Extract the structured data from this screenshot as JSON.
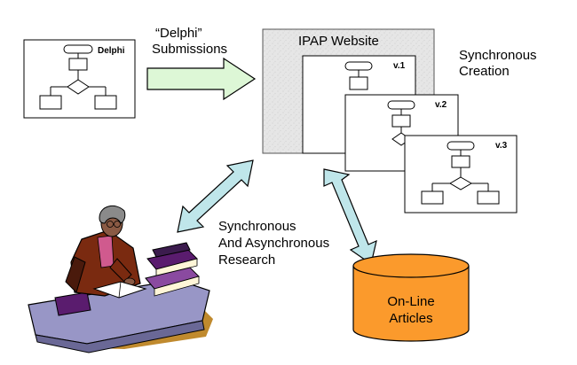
{
  "labels": {
    "delphi_quote": "“Delphi”",
    "submissions": "Submissions",
    "ipap_website": "IPAP Website",
    "synchronous": "Synchronous",
    "creation": "Creation",
    "research_line1": "Synchronous",
    "research_line2": "And Asynchronous",
    "research_line3": "Research",
    "db_line1": "On-Line",
    "db_line2": "Articles"
  },
  "flowcharts": {
    "delphi_tag": "Delphi",
    "v1": "v.1",
    "v2": "v.2",
    "v3": "v.3"
  },
  "colors": {
    "submission_arrow_fill": "#ddf7d6",
    "research_arrow_fill": "#bfe6ea",
    "database_fill": "#fb9a2c",
    "website_panel_fill": "#e4e4e4"
  }
}
